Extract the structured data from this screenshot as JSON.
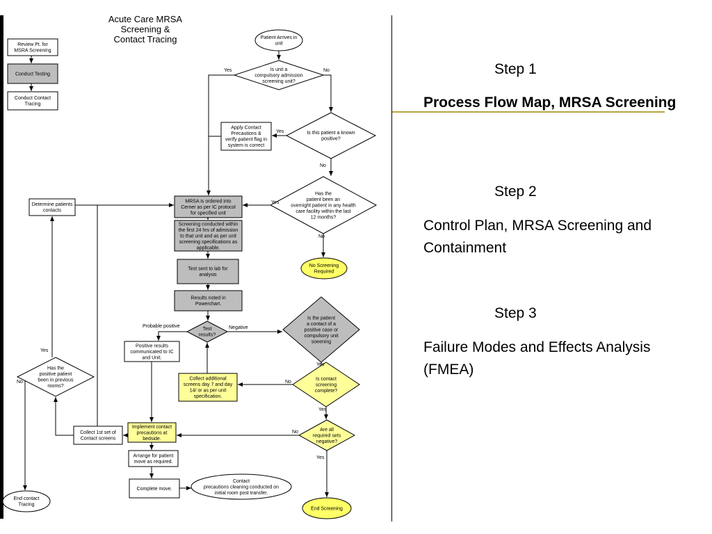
{
  "flowchart": {
    "title": [
      "Acute Care MRSA",
      "Screening &",
      "Contact Tracing"
    ],
    "legend": {
      "review": [
        "Review Pt. for",
        "MSRA Screening"
      ],
      "testing": [
        "Conduct Testing"
      ],
      "tracing": [
        "Conduct Contact",
        "Tracing"
      ]
    },
    "nodes": {
      "arrives": [
        "Patient Arrives in",
        "unit"
      ],
      "compulsory": [
        "Is unit a",
        "compulsory admission",
        "screening unit?"
      ],
      "known_positive": [
        "Is this patient a known",
        "positive?"
      ],
      "apply_precautions": [
        "Apply Contact",
        "Precautions &",
        "verify patient flag in",
        "system is correct"
      ],
      "overnight": [
        "Has the",
        "patient been an",
        "overnight patient in any health",
        "care facility within the last",
        "12 months?"
      ],
      "no_screening": [
        "No Screening",
        "Required"
      ],
      "mrsa_ordered": [
        "MRSA is ordered into",
        "Cerner as per IC protocol",
        "for specified unit"
      ],
      "screening_conducted": [
        "Screening conducted within",
        "the first 24 hrs of admission",
        "to that unit and as per unit",
        "screening specifications as",
        "applicable."
      ],
      "test_sent": [
        "Test sent to lab for",
        "analysis"
      ],
      "results_noted": [
        "Results noted in",
        "Powerchart."
      ],
      "test_results": [
        "Test",
        "results?"
      ],
      "contact_case": [
        "Is the patient",
        "a contact of a",
        "positive case or",
        "compulsory unit",
        "soeening"
      ],
      "positive_results": [
        "Positive results",
        "communicated to IC",
        "and Unit."
      ],
      "collect_additional": [
        "Collect additional",
        "screens day 7 and day",
        "14/ or as per unit",
        "specification."
      ],
      "screening_complete": [
        "Is contact",
        "screening",
        "complete?"
      ],
      "determine_contacts": [
        "Determine patients",
        "contacts"
      ],
      "previous_rooms": [
        "Has the",
        "positive patient",
        "been in previous",
        "rooms?"
      ],
      "implement_precautions": [
        "Implement contact",
        "precautions at",
        "bedside."
      ],
      "collect_first": [
        "Collect 1st set of",
        "Contact screens"
      ],
      "all_negative": [
        "Are all",
        "required sets",
        "negative?"
      ],
      "arrange_move": [
        "Arrange for patient",
        "move as required."
      ],
      "complete_move": [
        "Complete move."
      ],
      "cleaning": [
        "Contact",
        "precautions cleaning conducted on",
        "initial room post transfer."
      ],
      "end_screening": [
        "End Screening"
      ],
      "end_tracing": [
        "End contact",
        "Tracing"
      ]
    },
    "edge_labels": {
      "yes": "Yes",
      "no": "No",
      "probable_positive": "Probable positive",
      "negative": "Negative"
    },
    "colors": {
      "gray_fill": "#bdbdbd",
      "yellow_fill": "#ffff99",
      "yellow_ellipse": "#ffff66",
      "stroke": "#000000"
    }
  },
  "steps": {
    "step1_label": "Step 1",
    "step1_title": "Process  Flow Map, MRSA Screening",
    "step2_label": "Step 2",
    "step2_text": "Control Plan, MRSA Screening and Containment",
    "step3_label": "Step 3",
    "step3_text": "Failure Modes and Effects Analysis (FMEA)"
  }
}
